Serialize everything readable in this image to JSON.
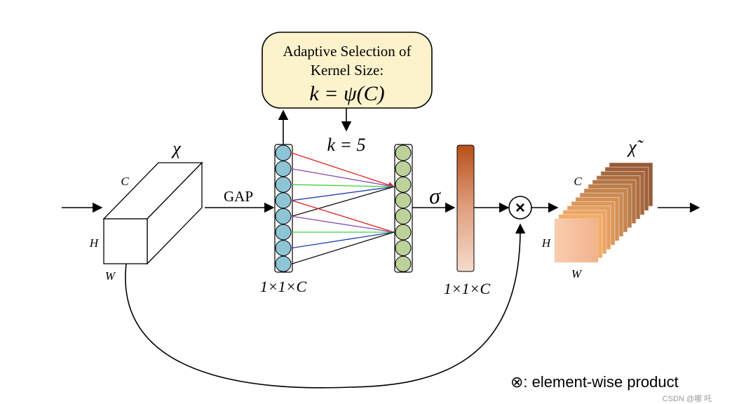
{
  "selection_box": {
    "line1": "Adaptive Selection of",
    "line2": "Kernel Size:",
    "formula": "k = ψ(C)"
  },
  "kernel_label": "k = 5",
  "input_tensor": {
    "symbol": "χ",
    "dim_c": "C",
    "dim_h": "H",
    "dim_w": "W"
  },
  "output_tensor": {
    "symbol": "χ̃",
    "dim_c": "C",
    "dim_h": "H",
    "dim_w": "W"
  },
  "gap_label": "GAP",
  "sigma_label": "σ",
  "gap_vector_label": "1×1×C",
  "weight_vector_label": "1×1×C",
  "product_symbol": "×",
  "legend": "⊗: element-wise product",
  "watermark": "CSDN @哪 吒",
  "colors": {
    "gap_circle_fill": "#8ec5d6",
    "conv_circle_fill": "#bcd29a",
    "box_fill": "#fcf2cc",
    "red": "#e02020",
    "purple": "#8a4ab0",
    "green": "#40d040",
    "blue": "#2040b0",
    "black": "#111111",
    "weight_bar_top": "#b8501a",
    "weight_bar_bottom": "#f3d6c4"
  }
}
